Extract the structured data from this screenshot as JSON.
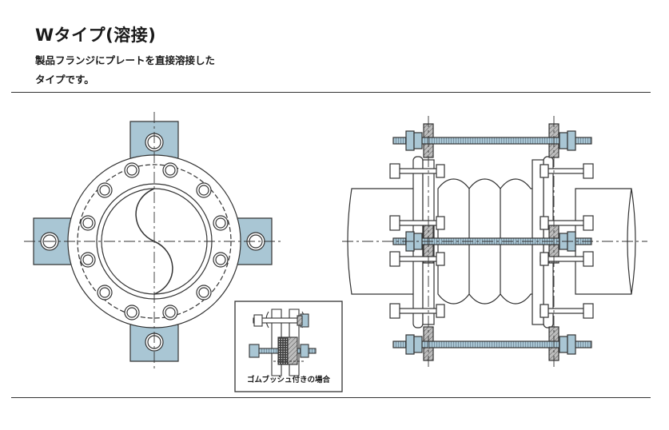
{
  "header": {
    "title": "Wタイプ(溶接)",
    "description_line1": "製品フランジにプレートを直接溶接した",
    "description_line2": "タイプです。"
  },
  "inset": {
    "caption": "ゴムブッシュ付きの場合"
  },
  "colors": {
    "plate_fill": "#a9c6d4",
    "hatch_fill": "#bbbbbb",
    "line": "#333333",
    "rod_fill": "#a9c6d4"
  }
}
